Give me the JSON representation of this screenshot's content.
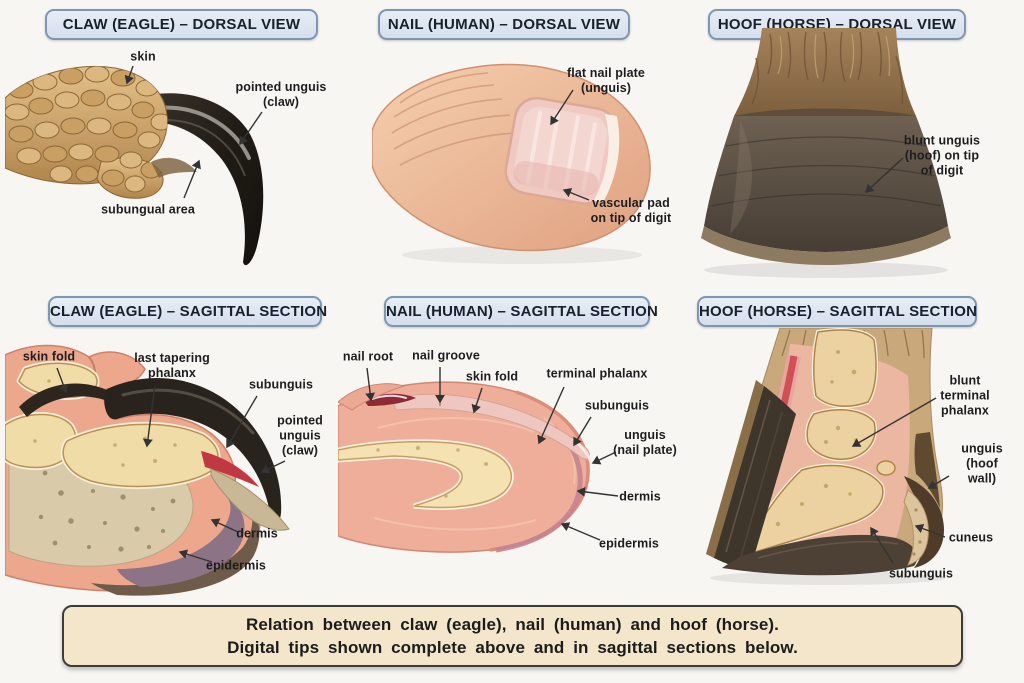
{
  "colors": {
    "page_bg": "#f7f6f3",
    "header_bg": "#e7edf5",
    "header_bg2": "#d5dfec",
    "header_border": "#7f96b0",
    "header_text": "#17212e",
    "caption_bg": "#f3e6cb",
    "caption_border": "#3f3b38",
    "caption_text": "#1c1c1c",
    "label_text": "#1d1d1f",
    "leader_line": "#333333"
  },
  "panels": [
    {
      "id": "claw-eagle-dorsal",
      "title": "CLAW (EAGLE) – DORSAL VIEW",
      "labels": [
        "skin",
        "pointed unguis\n(claw)",
        "subungual area"
      ]
    },
    {
      "id": "nail-human-dorsal",
      "title": "NAIL (HUMAN) – DORSAL VIEW",
      "labels": [
        "flat nail plate\n(unguis)",
        "vascular pad\non tip of digit"
      ]
    },
    {
      "id": "hoof-horse-dorsal",
      "title": "HOOF (HORSE) – DORSAL VIEW",
      "labels": [
        "blunt unguis\n(hoof) on tip\nof digit"
      ]
    },
    {
      "id": "claw-eagle-sagittal",
      "title": "CLAW (EAGLE) – SAGITTAL SECTION",
      "labels": [
        "skin fold",
        "last tapering\nphalanx",
        "subunguis",
        "pointed\nunguis\n(claw)",
        "dermis",
        "epidermis"
      ]
    },
    {
      "id": "nail-human-sagittal",
      "title": "NAIL (HUMAN) – SAGITTAL SECTION",
      "labels": [
        "nail root",
        "nail groove",
        "skin fold",
        "terminal phalanx",
        "subunguis",
        "unguis\n(nail plate)",
        "dermis",
        "epidermis"
      ]
    },
    {
      "id": "hoof-horse-sagittal",
      "title": "HOOF (HORSE) – SAGITTAL SECTION",
      "labels": [
        "blunt\nterminal\nphalanx",
        "unguis\n(hoof wall)",
        "cuneus",
        "subunguis"
      ]
    }
  ],
  "caption": {
    "line1": "Relation  between  claw  (eagle),  nail  (human)  and  hoof  (horse).",
    "line2": "Digital  tips  shown  complete  above  and  in  sagittal  sections  below."
  }
}
